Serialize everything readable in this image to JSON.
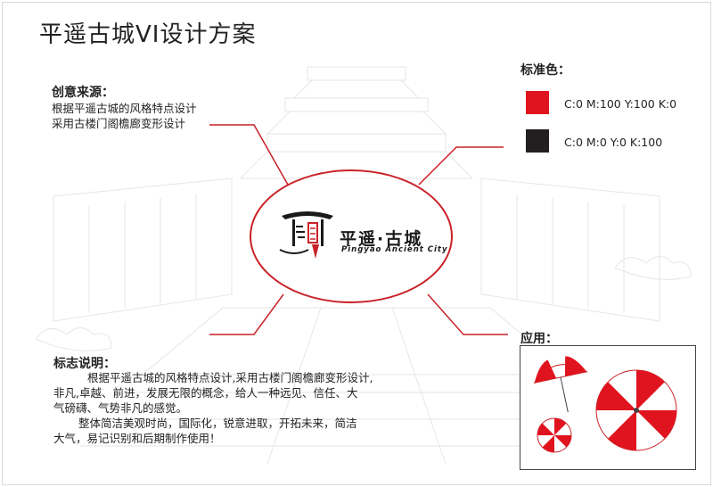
{
  "title": "平遥古城VI设计方案",
  "inspiration": {
    "heading": "创意来源：",
    "lines": [
      "根据平遥古城的风格特点设计",
      "采用古楼门阁檐廊变形设计"
    ]
  },
  "standard_colors": {
    "heading": "标准色：",
    "items": [
      {
        "color": "#e0141e",
        "label": "C:0 M:100 Y:100 K:0"
      },
      {
        "color": "#231f20",
        "label": "C:0 M:0 Y:0 K:100"
      }
    ]
  },
  "logo": {
    "chinese": "平遥·古城",
    "english": "Pingyao Ancient City",
    "accent_color": "#c92127"
  },
  "description": {
    "heading": "标志说明：",
    "lines": [
      "根据平遥古城的风格特点设计,采用古楼门阁檐廊变形设计,",
      "非凡,卓越、前进，发展无限的概念，给人一种远见、信任、大",
      "气磅礴、气势非凡的感觉。",
      "整体简洁美观时尚，国际化，锐意进取，开拓未来，简洁",
      "大气，易记识别和后期制作使用！"
    ]
  },
  "application": {
    "heading": "应用："
  }
}
